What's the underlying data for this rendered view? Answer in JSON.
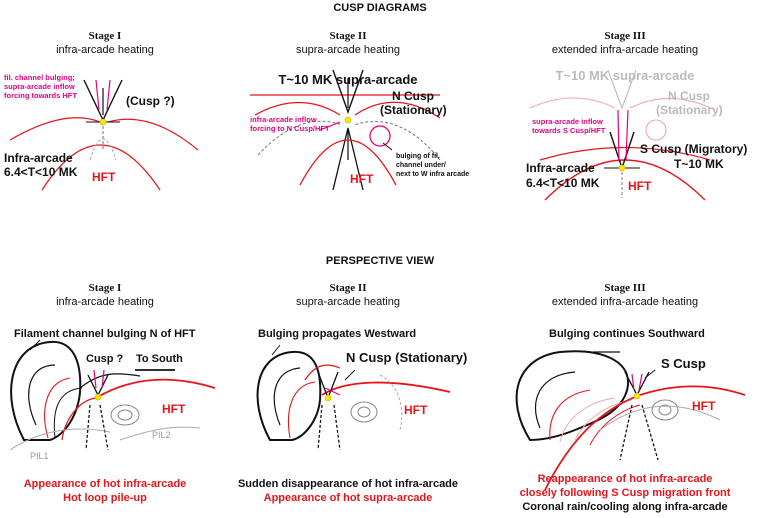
{
  "section_titles": {
    "cusp": "CUSP DIAGRAMS",
    "perspective": "PERSPECTIVE VIEW"
  },
  "stages": [
    {
      "title": "Stage I",
      "subtitle": "infra-arcade heating"
    },
    {
      "title": "Stage II",
      "subtitle": "supra-arcade heating"
    },
    {
      "title": "Stage III",
      "subtitle": "extended infra-arcade heating"
    }
  ],
  "cusp": {
    "s1": {
      "inflow_note": [
        "fil. channel bulging;",
        "supra-arcade inflow",
        "forcing towards HFT"
      ],
      "cusp_label": "(Cusp ?)",
      "infra_label": "Infra-arcade",
      "temp_label": "6.4<T<10 MK",
      "hft": "HFT"
    },
    "s2": {
      "supra_label": "T~10 MK supra-arcade",
      "ncusp_1": "N Cusp",
      "ncusp_2": "(Stationary)",
      "inflow_note": [
        "infra-arcade inflow",
        "forcing to N Cusp/HFT"
      ],
      "bulge_note": [
        "bulging of fil.",
        "channel under/",
        "next to W infra arcade"
      ],
      "hft": "HFT"
    },
    "s3": {
      "supra_label": "T~10 MK supra-arcade",
      "ncusp_1": "N Cusp",
      "ncusp_2": "(Stationary)",
      "inflow_note": [
        "supra-arcade inflow",
        "towards S Cusp/HFT"
      ],
      "scusp_label": "S Cusp (Migratory)",
      "scusp_temp": "T~10 MK",
      "infra_label": "Infra-arcade",
      "temp_label": "6.4<T<10 MK",
      "hft": "HFT"
    }
  },
  "perspective": {
    "p1": {
      "channel_label": "Filament channel bulging N of HFT",
      "cusp_label": "Cusp ?",
      "south_label": "To South",
      "hft": "HFT",
      "pil1": "PIL1",
      "pil2": "PIL2",
      "caption": [
        "Appearance of hot infra-arcade",
        "Hot loop pile-up"
      ]
    },
    "p2": {
      "bulge_label": "Bulging propagates Westward",
      "ncusp_label": "N Cusp (Stationary)",
      "hft": "HFT",
      "caption": [
        "Sudden disappearance of hot infra-arcade",
        "Appearance of hot supra-arcade"
      ]
    },
    "p3": {
      "bulge_label": "Bulging continues Southward",
      "scusp_label": "S Cusp",
      "hft": "HFT",
      "caption": [
        "Reappearance of hot infra-arcade",
        "closely following S Cusp migration front",
        "Coronal rain/cooling along infra-arcade"
      ]
    }
  },
  "colors": {
    "red": "#e8141b",
    "magenta": "#e6007e",
    "black": "#111111",
    "gray": "#bbbbbb",
    "yellow": "#ffe600"
  }
}
